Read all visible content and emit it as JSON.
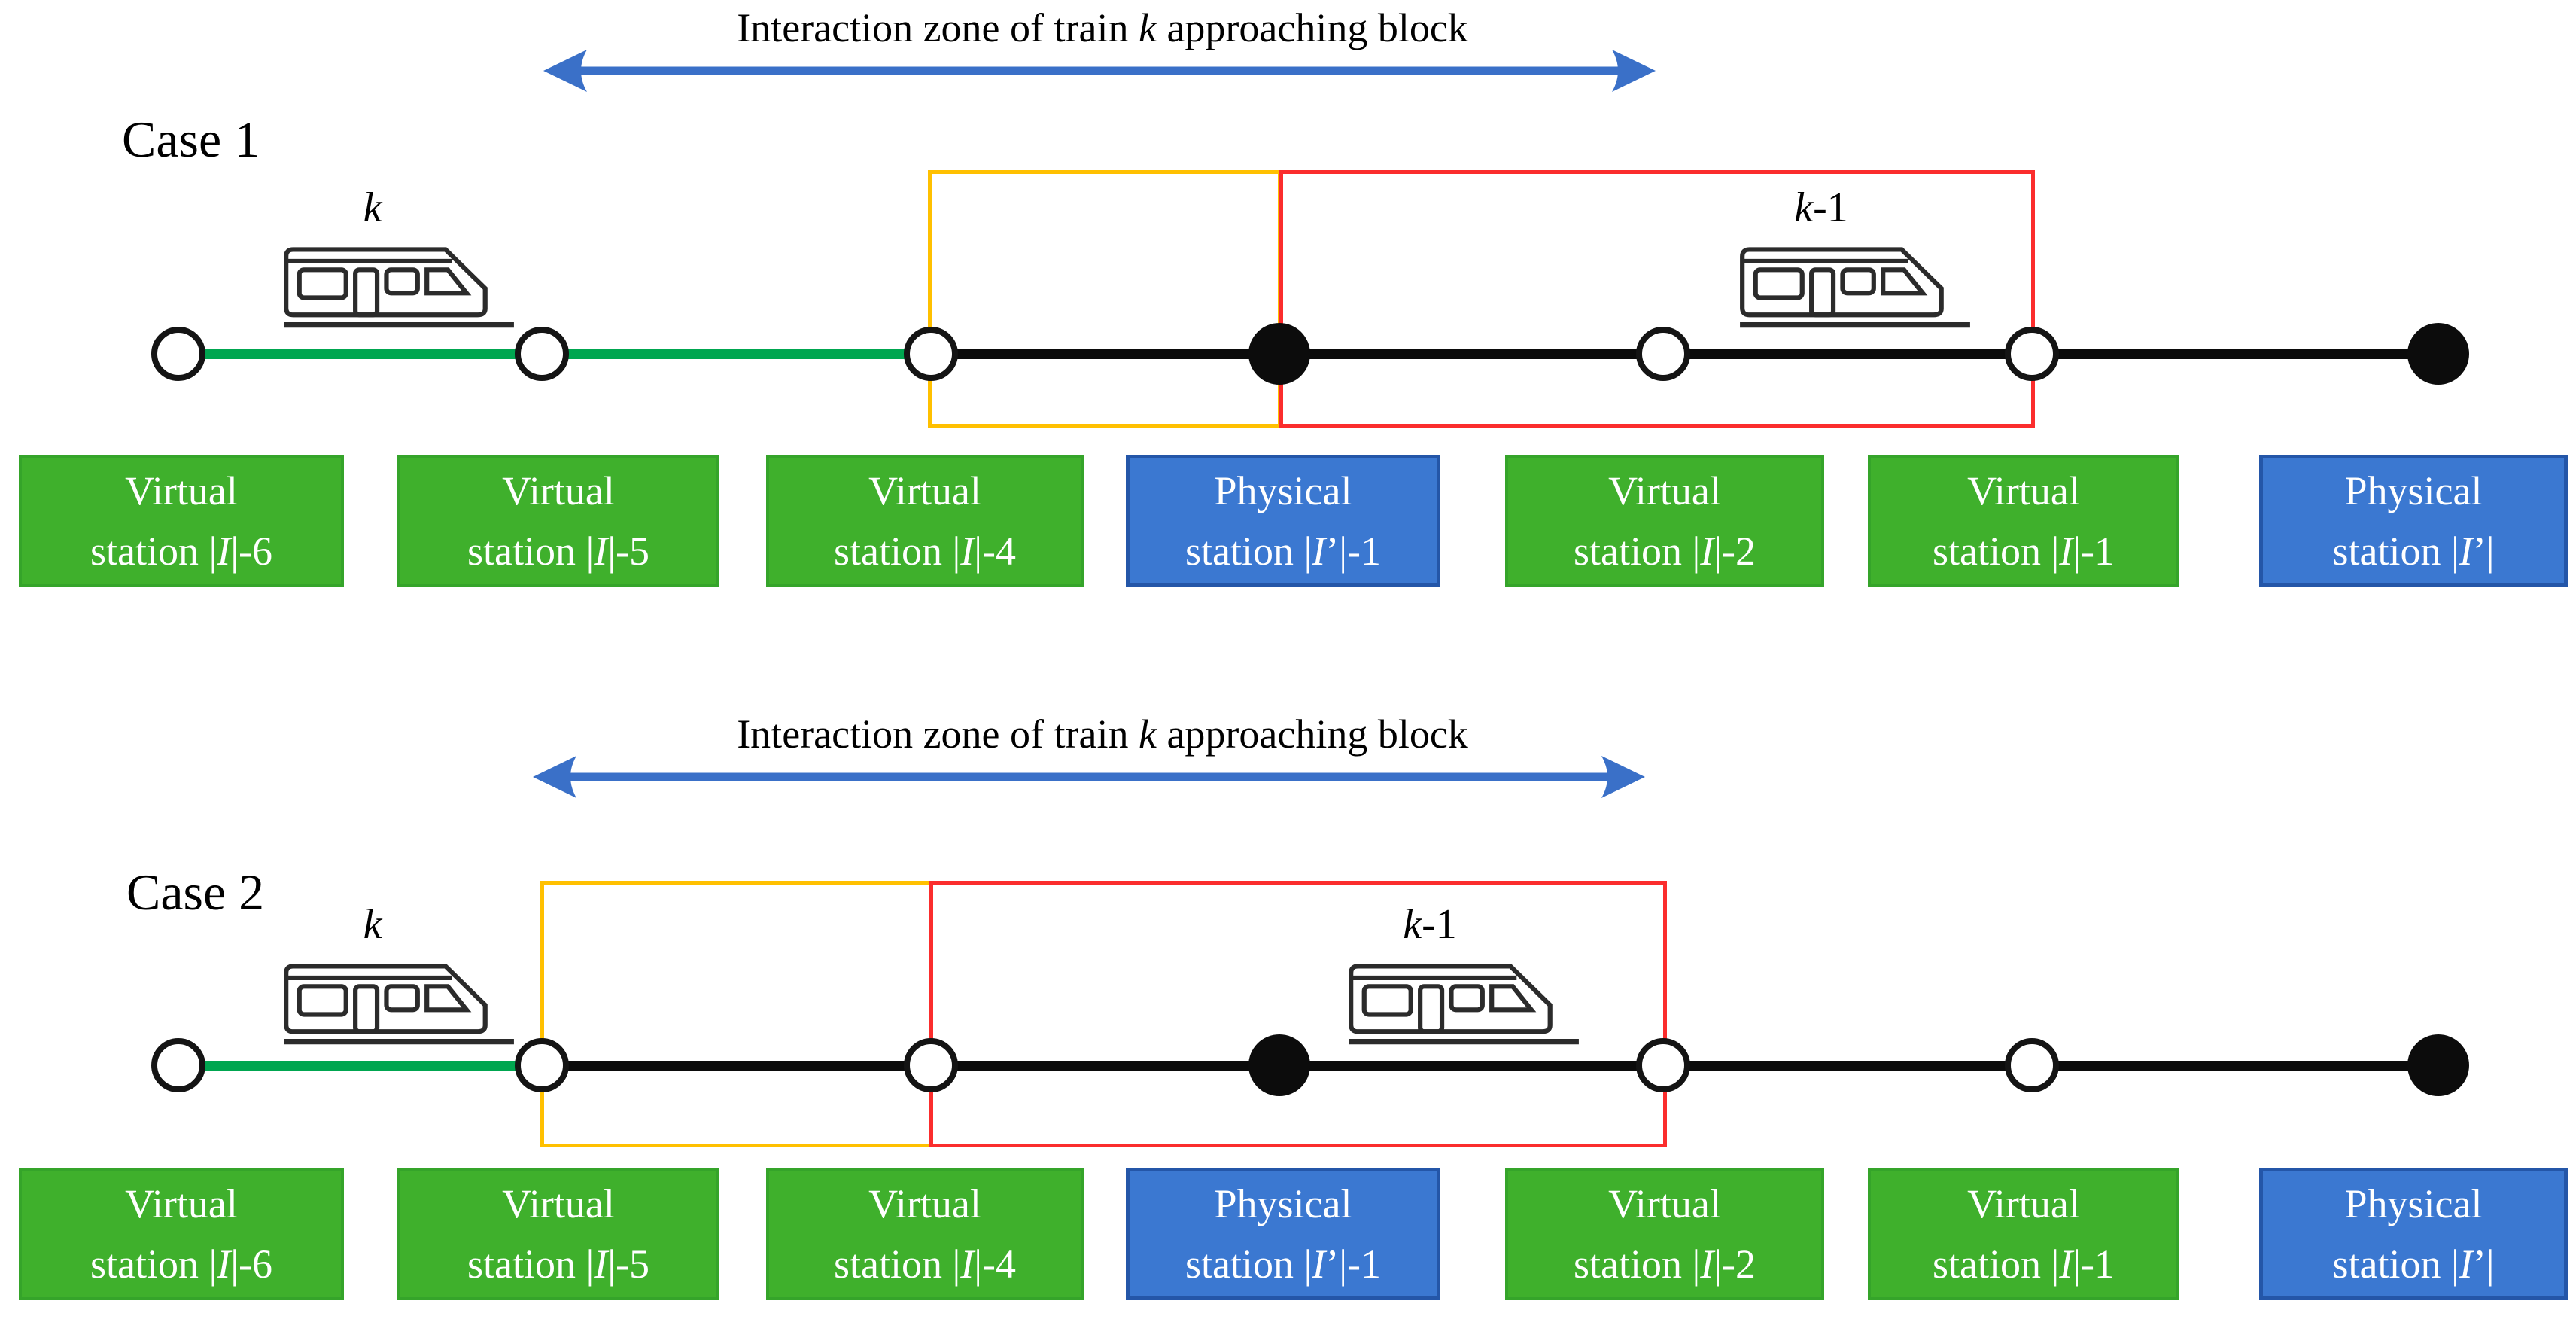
{
  "colors": {
    "line_green": "#00A650",
    "track_black": "#0b0b0b",
    "train_stroke": "#2b2b2b",
    "arrow_blue": "#3a70c8",
    "zone_yellow": "#FFC000",
    "zone_red": "#FB2D2D",
    "virtual_bg": "#3FB02C",
    "virtual_border": "#35a42a",
    "physical_bg": "#3B78D1",
    "physical_border": "#2456A8"
  },
  "zone_title": {
    "pre": "Interaction zone of train ",
    "var": "k",
    "post": " approaching block"
  },
  "cases": [
    {
      "label": "Case 1"
    },
    {
      "label": "Case 2"
    }
  ],
  "trains": {
    "k_label": "k",
    "k1_var": "k",
    "k1_post": "-1"
  },
  "nodes": {
    "case1": [
      "open",
      "open",
      "open",
      "filled",
      "open",
      "open",
      "filled"
    ],
    "case2": [
      "open",
      "open",
      "open",
      "filled",
      "open",
      "open",
      "filled"
    ]
  },
  "stations": [
    {
      "type": "virtual",
      "line1": "Virtual",
      "line2_pre": "station |",
      "line2_var": "I",
      "line2_post": "|-6"
    },
    {
      "type": "virtual",
      "line1": "Virtual",
      "line2_pre": "station |",
      "line2_var": "I",
      "line2_post": "|-5"
    },
    {
      "type": "virtual",
      "line1": "Virtual",
      "line2_pre": "station |",
      "line2_var": "I",
      "line2_post": "|-4"
    },
    {
      "type": "physical",
      "line1": "Physical",
      "line2_pre": "station |",
      "line2_var": "I",
      "line2_post": "’|-1"
    },
    {
      "type": "virtual",
      "line1": "Virtual",
      "line2_pre": "station |",
      "line2_var": "I",
      "line2_post": "|-2"
    },
    {
      "type": "virtual",
      "line1": "Virtual",
      "line2_pre": "station |",
      "line2_var": "I",
      "line2_post": "|-1"
    },
    {
      "type": "physical",
      "line1": "Physical",
      "line2_pre": "station |",
      "line2_var": "I",
      "line2_post": "’|"
    }
  ]
}
